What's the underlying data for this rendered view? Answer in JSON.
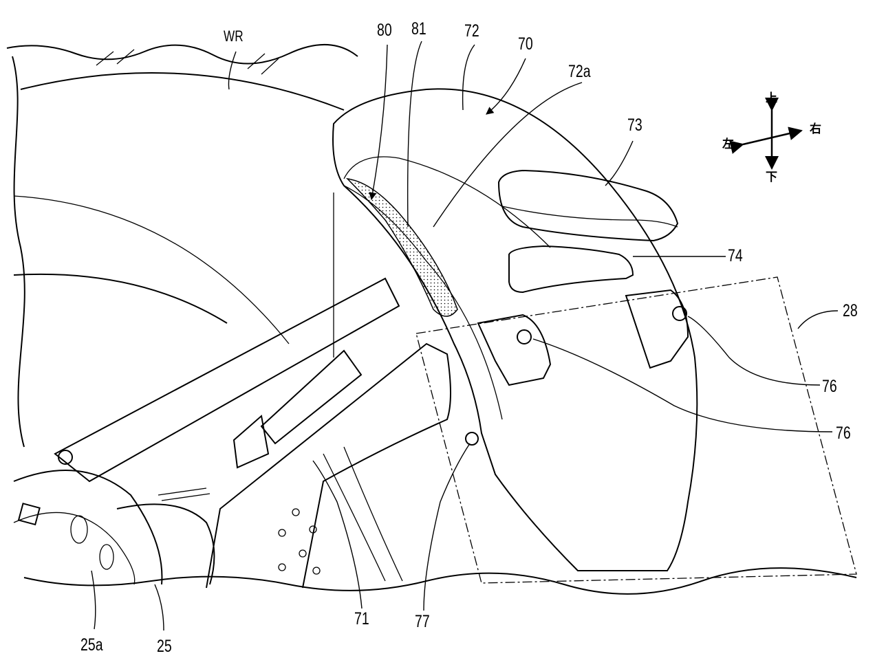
{
  "figure": {
    "labels": {
      "wr": "WR",
      "l80": "80",
      "l81": "81",
      "l72": "72",
      "l70": "70",
      "l72a": "72a",
      "l73": "73",
      "l74": "74",
      "l28": "28",
      "l76a": "76",
      "l76b": "76",
      "l77": "77",
      "l71": "71",
      "l25a": "25a",
      "l25": "25"
    },
    "compass": {
      "up": "上",
      "down": "下",
      "left": "左",
      "right": "右"
    }
  }
}
